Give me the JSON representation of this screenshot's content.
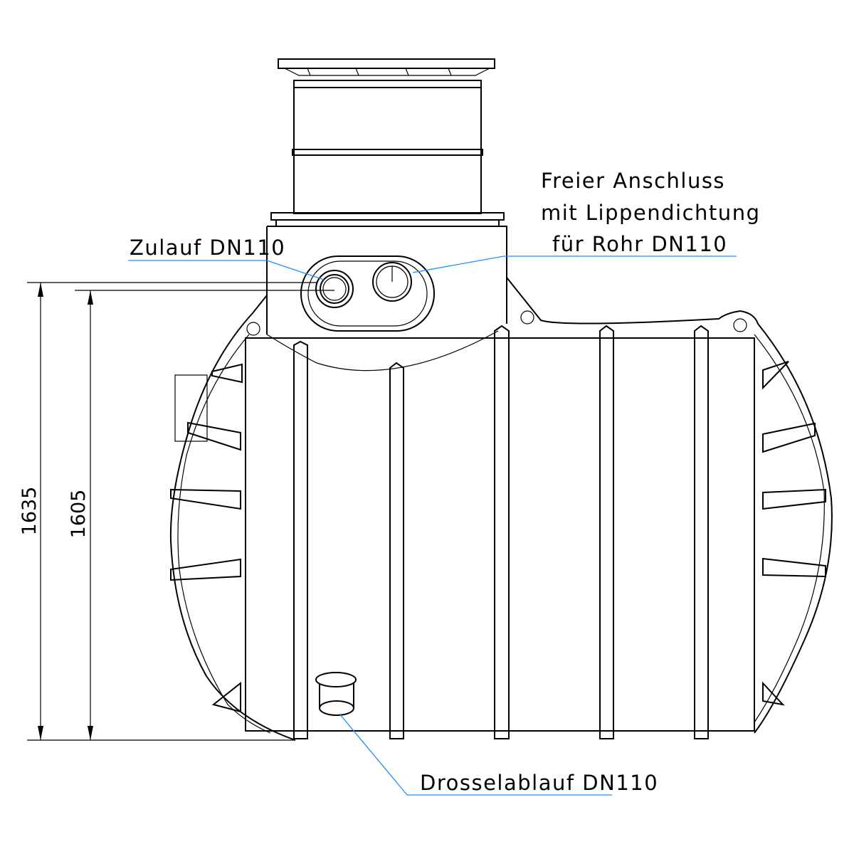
{
  "labels": {
    "inlet": "Zulauf DN110",
    "free_port_line1": "Freier Anschluss",
    "free_port_line2": "mit Lippendichtung",
    "free_port_line3": "für Rohr DN110",
    "throttle_outlet": "Drosselablauf DN110"
  },
  "dimensions": {
    "total_height": "1635",
    "inlet_height": "1605"
  },
  "colors": {
    "line": "#000000",
    "leader": "#1e8fff"
  }
}
